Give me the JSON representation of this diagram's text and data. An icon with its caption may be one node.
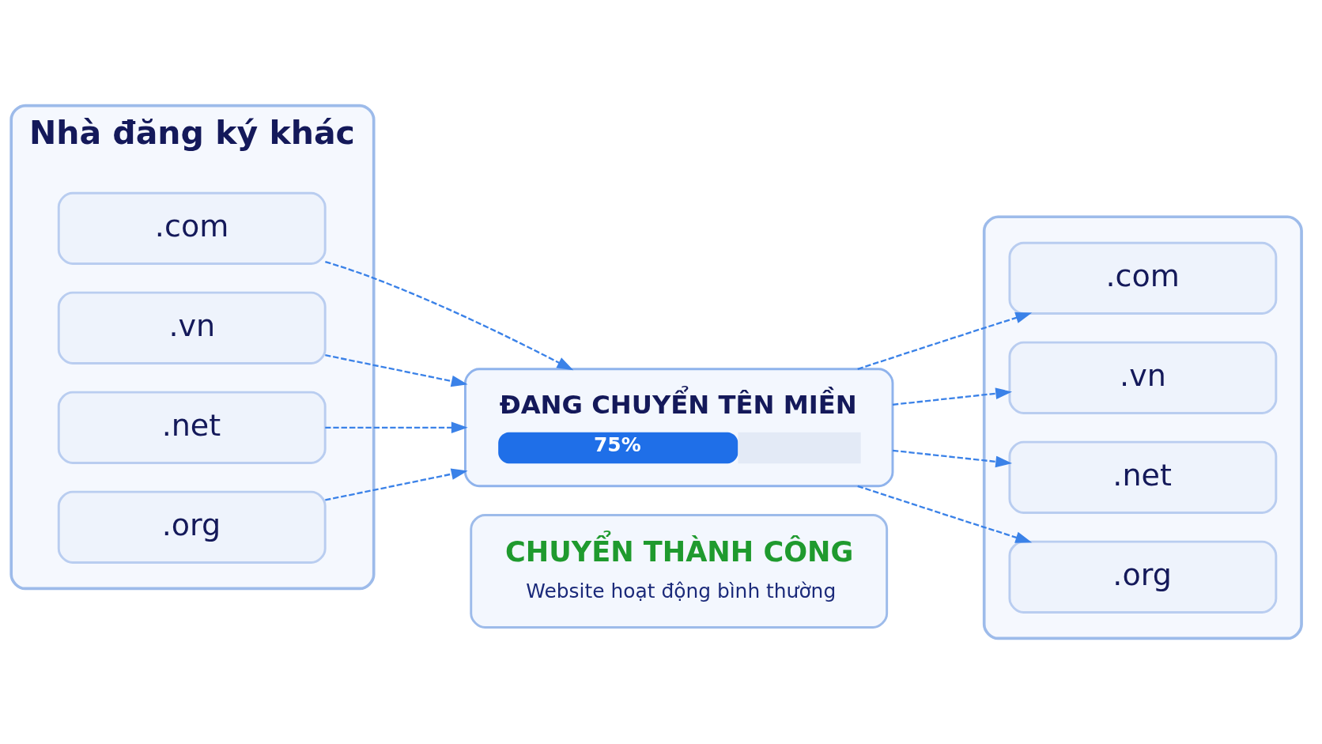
{
  "diagram": {
    "nodes": [
      {
        "text": [
          "Nhà đăng ký khác"
        ]
      },
      {
        "text": [
          ".com"
        ],
        "in": 0
      },
      {
        "text": [
          ".vn"
        ],
        "in": 0
      },
      {
        "text": [
          ".net"
        ],
        "in": 0
      },
      {
        "text": [
          ".org"
        ],
        "in": 0
      },
      {
        "text": [
          "ĐANG CHUYỂN TÊN MIỀN",
          "75%"
        ]
      },
      {
        "text": [],
        "shape": "box"
      },
      {
        "text": [
          ".com"
        ],
        "in": 6
      },
      {
        "text": [
          ".vn"
        ],
        "in": 6
      },
      {
        "text": [
          ".net"
        ],
        "in": 6
      },
      {
        "text": [
          ".org"
        ],
        "in": 6
      },
      {
        "text": [
          "CHUYỂN THÀNH CÔNG",
          "Website hoạt động bình thường"
        ]
      }
    ],
    "edges": [
      {
        "from": 1,
        "to": 5,
        "arrow": "to",
        "style": "dashed"
      },
      {
        "from": 2,
        "to": 5,
        "arrow": "to",
        "style": "dashed"
      },
      {
        "from": 3,
        "to": 5,
        "arrow": "to",
        "style": "dashed"
      },
      {
        "from": 4,
        "to": 5,
        "arrow": "to",
        "style": "dashed"
      },
      {
        "from": 5,
        "to": 7,
        "arrow": "to",
        "style": "dashed"
      },
      {
        "from": 5,
        "to": 8,
        "arrow": "to",
        "style": "dashed"
      },
      {
        "from": 5,
        "to": 9,
        "arrow": "to",
        "style": "dashed"
      },
      {
        "from": 5,
        "to": 10,
        "arrow": "to",
        "style": "dashed"
      }
    ]
  }
}
